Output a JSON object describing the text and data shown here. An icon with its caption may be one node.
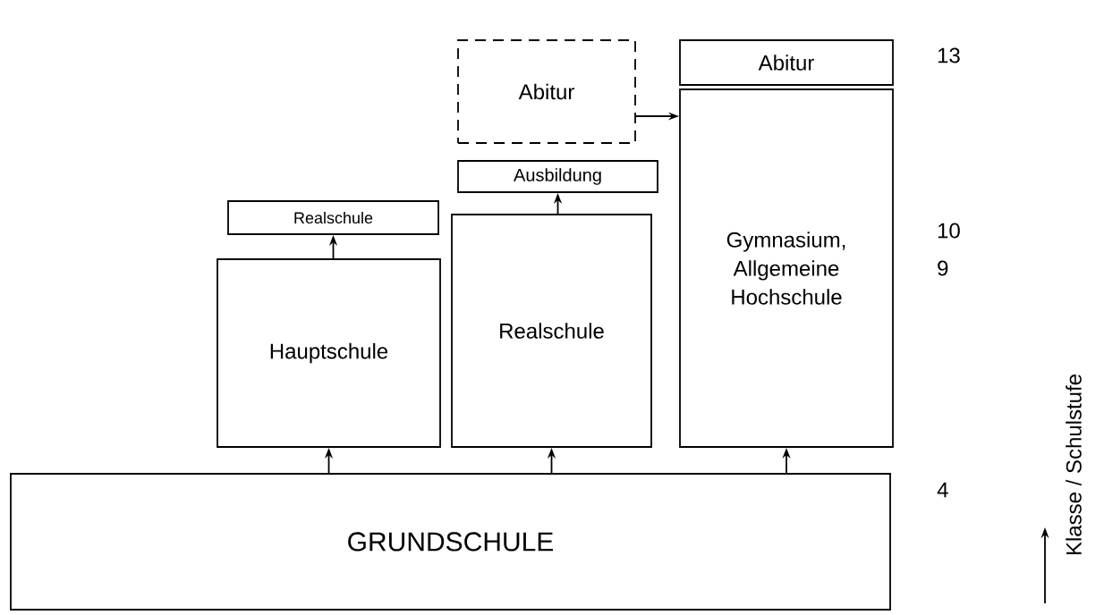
{
  "diagram": {
    "nodes": [
      {
        "text": [
          "GRUNDSCHULE"
        ]
      },
      {
        "text": [
          "Hauptschule"
        ]
      },
      {
        "text": [
          "Realschule"
        ]
      },
      {
        "text": [
          "Realschule"
        ]
      },
      {
        "text": [
          "Ausbildung"
        ]
      },
      {
        "text": [
          "Abitur"
        ]
      },
      {
        "text": [
          "Gymnasium, Allgemeine Hochschule"
        ]
      },
      {
        "text": [
          "Abitur"
        ]
      }
    ],
    "edges": [
      {
        "from": 0,
        "to": 1,
        "arrow": "to"
      },
      {
        "from": 0,
        "to": 3,
        "arrow": "to"
      },
      {
        "from": 0,
        "to": 6,
        "arrow": "to"
      },
      {
        "from": 1,
        "to": 2,
        "arrow": "to"
      },
      {
        "from": 3,
        "to": 4,
        "arrow": "to"
      },
      {
        "from": 5,
        "to": 6,
        "arrow": "to"
      }
    ],
    "labels": [
      "13",
      "10",
      "9",
      "4",
      "Klasse / Schulstufe"
    ]
  }
}
